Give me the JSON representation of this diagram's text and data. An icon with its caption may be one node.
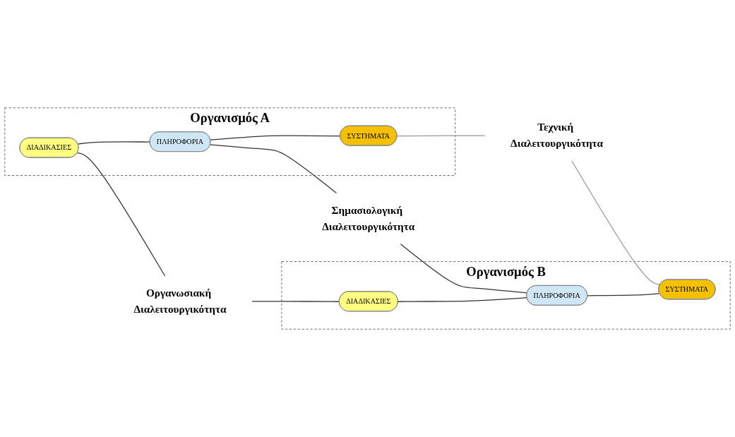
{
  "diagram": {
    "nodes": [
      {
        "text": [
          "Οργανισμός Α"
        ]
      },
      {
        "text": [
          "ΔΙΑΔΙΚΑΣΙΕΣ"
        ],
        "in": 0
      },
      {
        "text": [
          "ΠΛΗΡΟΦΟΡΙΑ"
        ],
        "in": 0
      },
      {
        "text": [
          "ΣΥΣΤΗΜΑΤΑ"
        ],
        "in": 0
      },
      {
        "text": [
          "Οργανωσιακή Διαλειτουργικότητα"
        ]
      },
      {
        "text": [
          "Σημασιολογική Διαλειτουργικότητα"
        ]
      },
      {
        "text": [
          "Τεχνική Διαλειτουργικότητα"
        ]
      },
      {
        "text": [
          "Οργανισμός Β"
        ]
      },
      {
        "text": [
          "ΔΙΑΔΙΚΑΣΙΕΣ"
        ],
        "in": 7
      },
      {
        "text": [
          "ΠΛΗΡΟΦΟΡΙΑ"
        ],
        "in": 7
      },
      {
        "text": [
          "ΣΥΣΤΗΜΑΤΑ"
        ],
        "in": 7
      }
    ],
    "edges": [
      {
        "from": 1,
        "to": 2,
        "arrow": "none"
      },
      {
        "from": 2,
        "to": 3,
        "arrow": "none"
      },
      {
        "from": 1,
        "to": 4,
        "arrow": "none"
      },
      {
        "from": 4,
        "to": 8,
        "arrow": "none"
      },
      {
        "from": 2,
        "to": 5,
        "arrow": "none"
      },
      {
        "from": 5,
        "to": 9,
        "arrow": "none"
      },
      {
        "from": 3,
        "to": 6,
        "arrow": "none",
        "color": "#999999"
      },
      {
        "from": 6,
        "to": 10,
        "arrow": "none",
        "color": "#999999"
      },
      {
        "from": 8,
        "to": 9,
        "arrow": "none"
      },
      {
        "from": 9,
        "to": 10,
        "arrow": "none"
      }
    ]
  }
}
